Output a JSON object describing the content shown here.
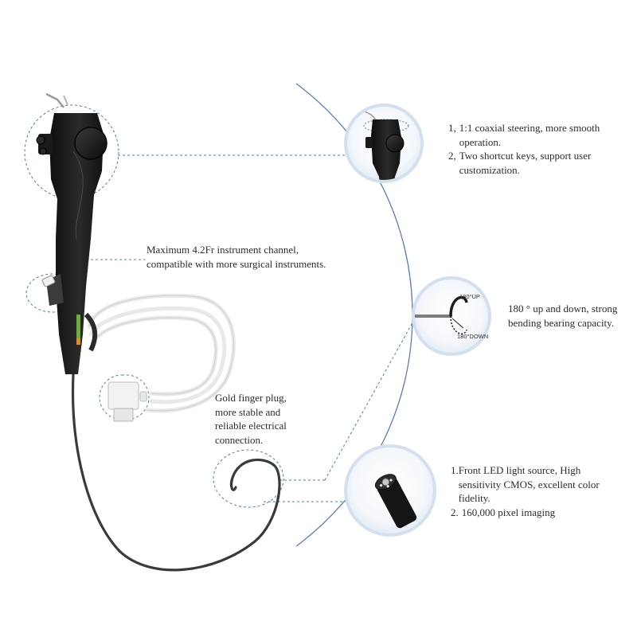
{
  "features": {
    "handle": {
      "items": [
        {
          "num": "1,",
          "text": "1:1 coaxial steering, more smooth operation."
        },
        {
          "num": "2,",
          "text": "Two shortcut keys, support user customization."
        }
      ]
    },
    "channel": {
      "lines": [
        "Maximum 4.2Fr instrument channel,",
        "compatible with more surgical instruments."
      ]
    },
    "bending": {
      "lines": [
        "180 ° up and down, strong",
        "bending bearing capacity."
      ],
      "up_label": "180°UP",
      "down_label": "180°DOWN"
    },
    "plug": {
      "lines": [
        "Gold finger plug,",
        "more stable and",
        "reliable electrical",
        "connection."
      ]
    },
    "tip": {
      "items": [
        {
          "num": "1.",
          "text": "Front LED light source, High sensitivity CMOS, excellent color fidelity."
        },
        {
          "num": "2.",
          "text": "160,000 pixel imaging"
        }
      ]
    }
  },
  "colors": {
    "dashed_line": "#4a7fa8",
    "arc": "#5b7fb0",
    "circle_border": "#d4e0ee",
    "scope_body": "#1b1b1b",
    "cable": "#3a3a3a",
    "usb_cable": "#eeeeee",
    "logo_green": "#6fae3a",
    "logo_orange": "#e98a1e"
  }
}
